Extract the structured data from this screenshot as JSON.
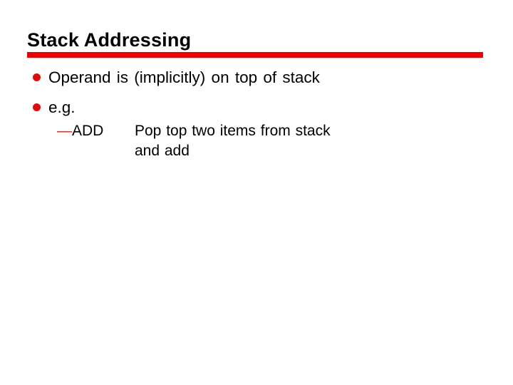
{
  "slide": {
    "title": "Stack Addressing",
    "accent_bar_color": "#ee0000",
    "bullet_dot_color": "#e00c0c",
    "dash_color": "#cc2727",
    "text_color": "#000000",
    "background_color": "#ffffff",
    "bullets": [
      {
        "text": "Operand is (implicitly) on top of stack"
      },
      {
        "text": "e.g."
      }
    ],
    "sub_item": {
      "dash": "—",
      "term": "ADD",
      "definition_lines": [
        "Pop top two items from stack",
        "and add"
      ]
    }
  }
}
